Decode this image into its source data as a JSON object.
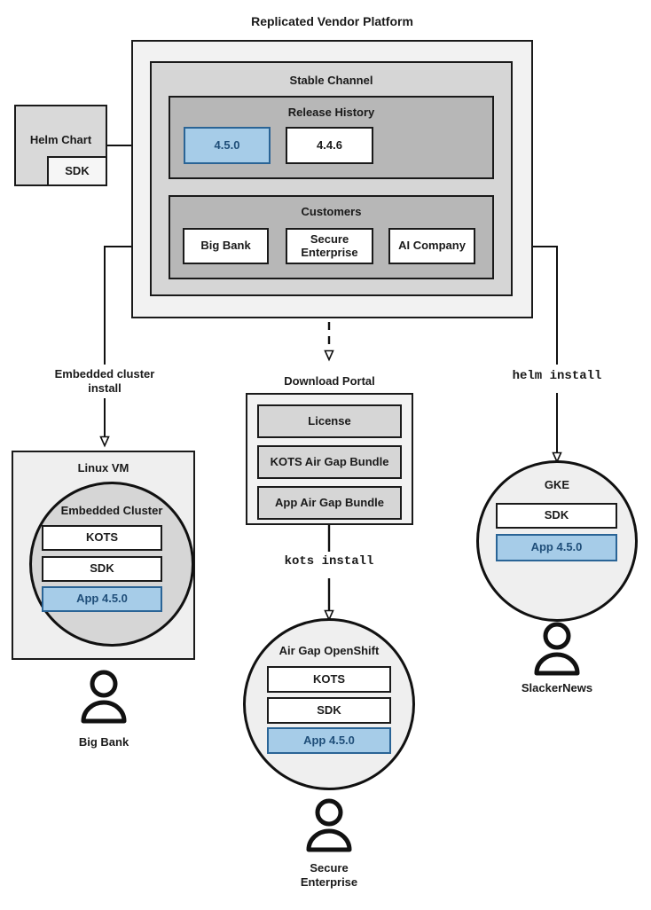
{
  "diagram": {
    "title": "Replicated Vendor Platform",
    "colors": {
      "accent_blue_fill": "#a6cce8",
      "accent_blue_border": "#2a6496",
      "accent_blue_text": "#1f4e79",
      "outline": "#1a1a1a",
      "platform_bg": "#f2f2f2",
      "channel_bg": "#d6d6d6",
      "history_bg": "#b7b7b7"
    }
  },
  "helm_chart": {
    "title": "Helm Chart",
    "sdk_label": "SDK"
  },
  "platform": {
    "title": "Replicated Vendor Platform",
    "stable_channel": {
      "title": "Stable Channel",
      "release_history": {
        "title": "Release History",
        "releases": [
          {
            "version": "4.5.0",
            "highlighted": true
          },
          {
            "version": "4.4.6",
            "highlighted": false
          }
        ]
      },
      "customers": {
        "title": "Customers",
        "items": [
          {
            "name": "Big Bank"
          },
          {
            "name": "Secure Enterprise"
          },
          {
            "name": "AI Company"
          }
        ]
      }
    }
  },
  "flows": {
    "embedded_cluster_install": "Embedded cluster install",
    "embedded_cluster_install_line1": "Embedded cluster",
    "embedded_cluster_install_line2": "install",
    "kots_install": "kots install",
    "helm_install": "helm install"
  },
  "download_portal": {
    "title": "Download Portal",
    "items": [
      {
        "label": "License"
      },
      {
        "label": "KOTS Air Gap Bundle"
      },
      {
        "label": "App Air Gap Bundle"
      }
    ]
  },
  "targets": {
    "linux_vm": {
      "title": "Linux VM",
      "cluster_title": "Embedded Cluster",
      "components": [
        {
          "label": "KOTS",
          "highlighted": false
        },
        {
          "label": "SDK",
          "highlighted": false
        },
        {
          "label": "App 4.5.0",
          "highlighted": true
        }
      ],
      "customer": "Big Bank"
    },
    "air_gap_openshift": {
      "title": "Air Gap OpenShift",
      "components": [
        {
          "label": "KOTS",
          "highlighted": false
        },
        {
          "label": "SDK",
          "highlighted": false
        },
        {
          "label": "App 4.5.0",
          "highlighted": true
        }
      ],
      "customer_line1": "Secure",
      "customer_line2": "Enterprise"
    },
    "gke": {
      "title": "GKE",
      "components": [
        {
          "label": "SDK",
          "highlighted": false
        },
        {
          "label": "App 4.5.0",
          "highlighted": true
        }
      ],
      "customer": "SlackerNews"
    }
  }
}
